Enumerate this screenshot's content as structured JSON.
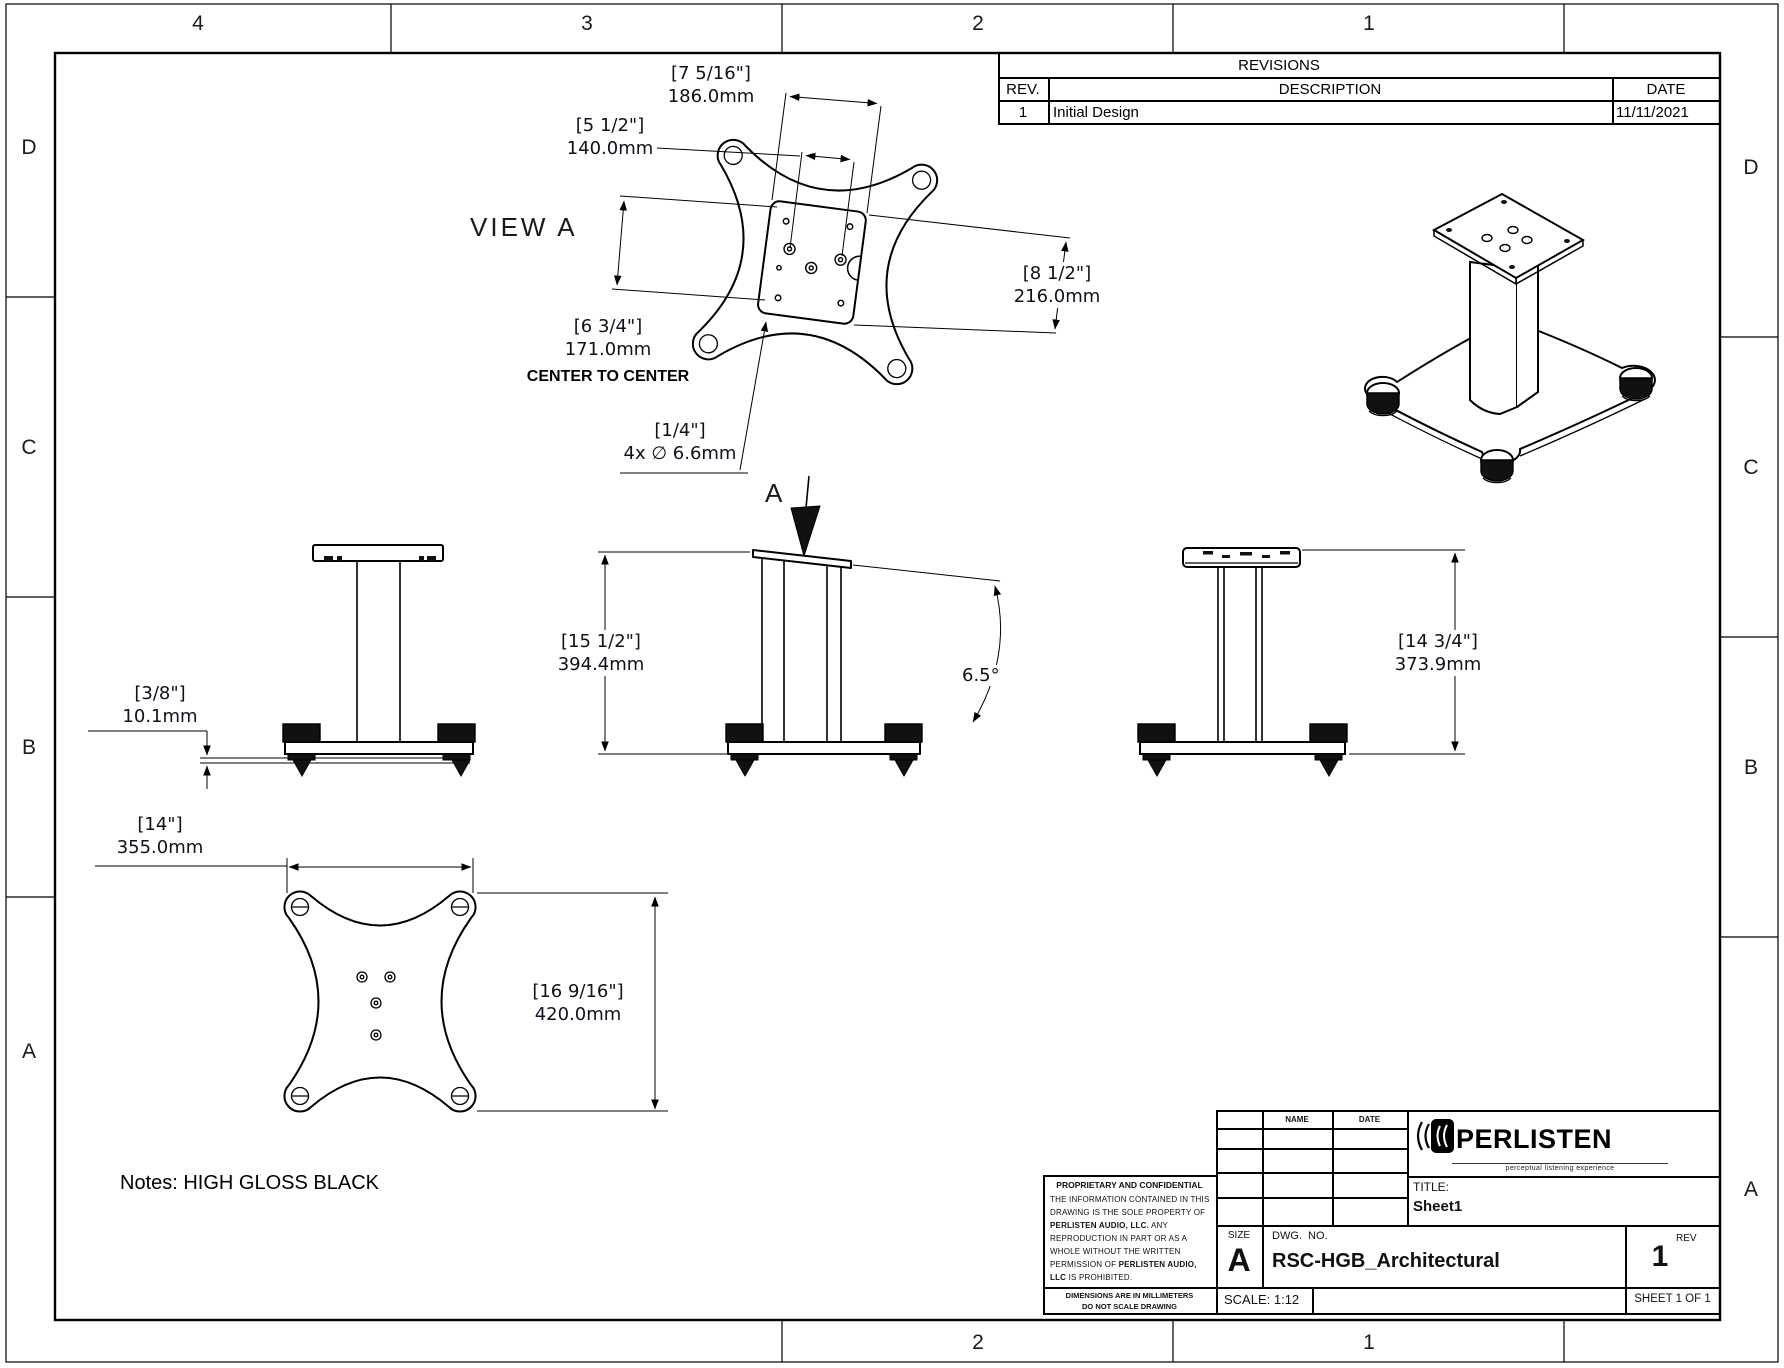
{
  "sheet": {
    "zones_top": [
      "4",
      "3",
      "2",
      "1"
    ],
    "zones_bottom": [
      "2",
      "1"
    ],
    "zones_left": [
      "D",
      "C",
      "B",
      "A"
    ],
    "zones_right": [
      "D",
      "C",
      "B",
      "A"
    ]
  },
  "revisions": {
    "title": "REVISIONS",
    "col_rev": "REV.",
    "col_desc": "DESCRIPTION",
    "col_date": "DATE",
    "row_rev": "1",
    "row_desc": "Initial Design",
    "row_date": "11/11/2021"
  },
  "labels": {
    "view_a": "VIEW A",
    "section_arrow": "A",
    "notes": "Notes: HIGH GLOSS BLACK"
  },
  "dims": {
    "d186": {
      "inch": "[7 5/16\"]",
      "mm": "186.0mm"
    },
    "d140": {
      "inch": "[5 1/2\"]",
      "mm": "140.0mm"
    },
    "d171": {
      "inch": "[6 3/4\"]",
      "mm": "171.0mm",
      "note": "CENTER TO CENTER"
    },
    "d216": {
      "inch": "[8 1/2\"]",
      "mm": "216.0mm"
    },
    "d66": {
      "inch": "[1/4\"]",
      "mm": "4x ∅ 6.6mm"
    },
    "d394": {
      "inch": "[15 1/2\"]",
      "mm": "394.4mm"
    },
    "d65": {
      "deg": "6.5°"
    },
    "d374": {
      "inch": "[14 3/4\"]",
      "mm": "373.9mm"
    },
    "d101": {
      "inch": "[3/8\"]",
      "mm": "10.1mm"
    },
    "d355": {
      "inch": "[14\"]",
      "mm": "355.0mm"
    },
    "d420": {
      "inch": "[16 9/16\"]",
      "mm": "420.0mm"
    }
  },
  "title_block": {
    "prop_title": "PROPRIETARY AND CONFIDENTIAL",
    "prop_p1": "THE INFORMATION CONTAINED IN THIS DRAWING IS THE SOLE PROPERTY OF ",
    "prop_b1": "PERLISTEN AUDIO, LLC.",
    "prop_p2": "  ANY REPRODUCTION IN PART OR AS A WHOLE WITHOUT THE WRITTEN PERMISSION OF ",
    "prop_b2": "PERLISTEN AUDIO, LLC",
    "prop_p3": " IS PROHIBITED.",
    "dims_note1": "DIMENSIONS ARE IN MILLIMETERS",
    "dims_note2": "DO NOT SCALE DRAWING",
    "name_header": "NAME",
    "date_header": "DATE",
    "logo_text": "PERLISTEN",
    "logo_tagline": "perceptual listening experience",
    "title_label": "TITLE:",
    "title_value": "Sheet1",
    "size_label": "SIZE",
    "size_value": "A",
    "dwg_label": "DWG.  NO.",
    "dwg_value": "RSC-HGB_Architectural",
    "rev_label": "REV",
    "rev_value": "1",
    "scale_label": "SCALE: 1:12",
    "sheet_label": "SHEET 1 OF 1"
  }
}
